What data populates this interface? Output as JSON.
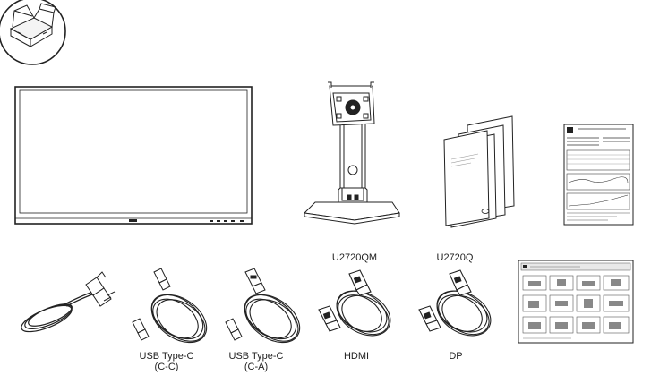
{
  "models": {
    "hdmi_model": "U2720QM",
    "dp_model": "U2720Q"
  },
  "cables": {
    "usb_cc_line1": "USB Type-C",
    "usb_cc_line2": "(C-C)",
    "usb_ca_line1": "USB Type-C",
    "usb_ca_line2": "(C-A)",
    "hdmi": "HDMI",
    "dp": "DP"
  },
  "icons": {
    "box": "open-box-icon",
    "monitor": "monitor-icon",
    "stand": "stand-icon",
    "documents": "documents-icon",
    "calibration_report": "calibration-report-icon",
    "power_cable": "power-cable-icon",
    "usb_cc_cable": "usb-c-cable-icon",
    "usb_ca_cable": "usb-c-to-a-cable-icon",
    "hdmi_cable": "hdmi-cable-icon",
    "dp_cable": "dp-cable-icon",
    "setup_guide": "setup-guide-icon"
  },
  "colors": {
    "line": "#222222",
    "background": "#ffffff"
  }
}
